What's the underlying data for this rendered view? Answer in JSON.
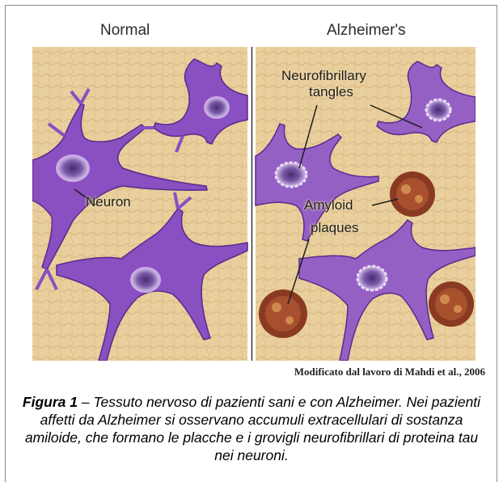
{
  "panels": {
    "left_title": "Normal",
    "right_title": "Alzheimer's"
  },
  "labels": {
    "neuron": "Neuron",
    "tangles_line1": "Neurofibrillary",
    "tangles_line2": "tangles",
    "plaques_line1": "Amyloid",
    "plaques_line2": "plaques"
  },
  "credit": "Modificato dal lavoro di Mahdi et al., 2006",
  "caption": {
    "figure_label": "Figura 1",
    "dash": " – ",
    "text": "Tessuto nervoso di pazienti sani e con Alzheimer. Nei pazienti affetti da Alzheimer si osservano accumuli extracellulari di sostanza amiloide, che formano le placche e i grovigli neurofibrillari di proteina tau nei neuroni."
  },
  "colors": {
    "tissue": "#e9cf9c",
    "neuron_fill": "#8a4fc0",
    "neuron_dark": "#5a2a8e",
    "plaque": "#8a3a22"
  }
}
